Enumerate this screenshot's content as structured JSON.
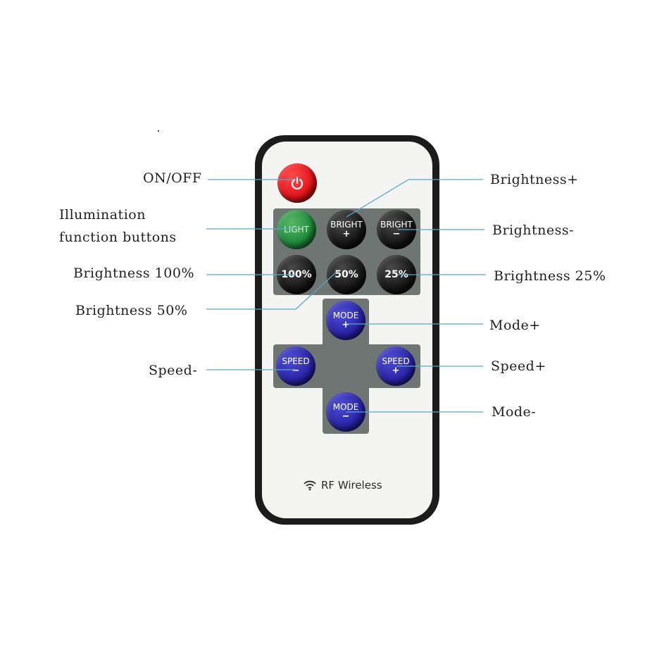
{
  "remote": {
    "buttons": {
      "power": {
        "icon": "power-icon",
        "color": "#e1121a"
      },
      "light": {
        "text": "LIGHT",
        "color": "#1e8a3a"
      },
      "bright_plus": {
        "text": "BRIGHT",
        "sign": "+"
      },
      "bright_minus": {
        "text": "BRIGHT",
        "sign": "−"
      },
      "b100": {
        "text": "100%"
      },
      "b50": {
        "text": "50%"
      },
      "b25": {
        "text": "25%"
      },
      "mode_plus": {
        "text": "MODE",
        "sign": "+",
        "color": "#2a23a8"
      },
      "mode_minus": {
        "text": "MODE",
        "sign": "−",
        "color": "#2a23a8"
      },
      "speed_minus": {
        "text": "SPEED",
        "sign": "−",
        "color": "#2a23a8"
      },
      "speed_plus": {
        "text": "SPEED",
        "sign": "+",
        "color": "#2a23a8"
      }
    },
    "brand": {
      "icon": "wifi-icon",
      "text": "RF Wireless"
    }
  },
  "callouts": {
    "on_off": "ON/OFF",
    "illumination_1": "Illumination",
    "illumination_2": "function buttons",
    "brightness_100": "Brightness 100%",
    "brightness_50": "Brightness 50%",
    "speed_minus": "Speed-",
    "brightness_plus": "Brightness+",
    "brightness_minus": "Brightness-",
    "brightness_25": "Brightness 25%",
    "mode_plus": "Mode+",
    "speed_plus": "Speed+",
    "mode_minus": "Mode-"
  },
  "colors": {
    "leader_line": "#5aa6c8",
    "remote_body": "#1c1c1c",
    "button_panel": "#6e7572"
  }
}
